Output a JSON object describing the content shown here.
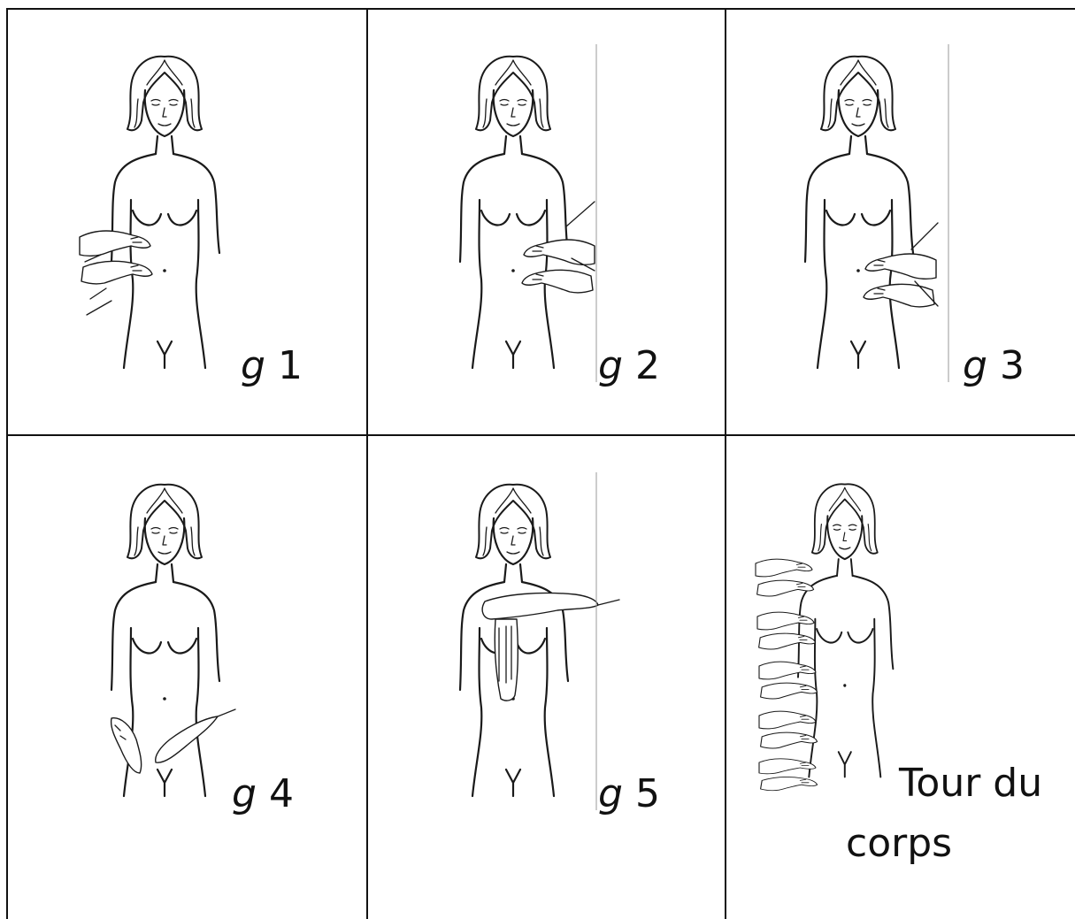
{
  "cells": [
    {
      "id": "g1",
      "letter": "g",
      "number": "1"
    },
    {
      "id": "g2",
      "letter": "g",
      "number": "2"
    },
    {
      "id": "g3",
      "letter": "g",
      "number": "3"
    },
    {
      "id": "g4",
      "letter": "g",
      "number": "4"
    },
    {
      "id": "g5",
      "letter": "g",
      "number": "5"
    },
    {
      "id": "tour",
      "line1": "Tour du",
      "line2": "corps"
    }
  ],
  "colors": {
    "line": "#1a1a1a",
    "background": "#ffffff",
    "grid": "#111111"
  }
}
